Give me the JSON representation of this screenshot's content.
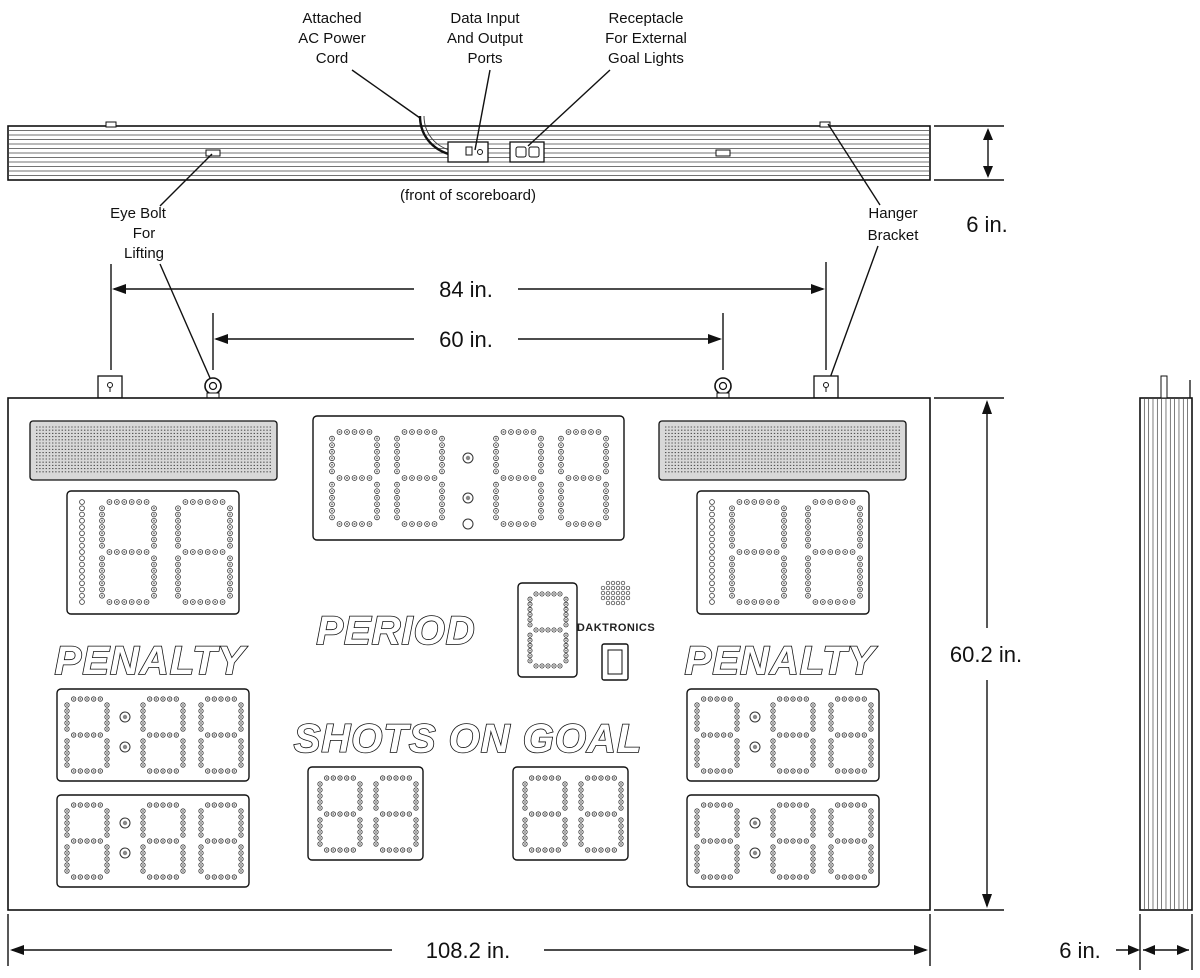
{
  "callouts": {
    "power_cord": [
      "Attached",
      "AC Power",
      "Cord"
    ],
    "data_ports": [
      "Data Input",
      "And Output",
      "Ports"
    ],
    "receptacle": [
      "Receptacle",
      "For External",
      "Goal Lights"
    ],
    "eye_bolt": [
      "Eye Bolt",
      "For",
      "Lifting"
    ],
    "hanger_bracket": [
      "Hanger",
      "Bracket"
    ],
    "front_caption": "(front of scoreboard)"
  },
  "dimensions": {
    "top_depth": "6 in.",
    "bracket_spacing": "84 in.",
    "eyebolt_spacing": "60 in.",
    "height": "60.2 in.",
    "width": "108.2 in.",
    "side_depth": "6 in."
  },
  "scoreboard_labels": {
    "penalty_left": "PENALTY",
    "penalty_right": "PENALTY",
    "period": "PERIOD",
    "shots_on_goal": "SHOTS ON GOAL"
  },
  "brand_plate": "DAKTRONICS"
}
